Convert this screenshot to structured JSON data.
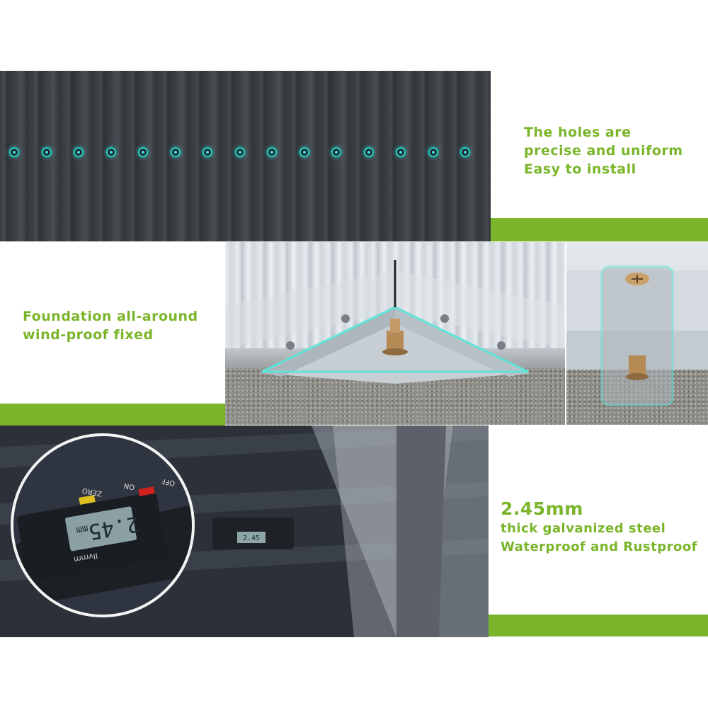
{
  "captions": {
    "holes": {
      "line1": "The holes are",
      "line2": "precise and uniform",
      "line3": "Easy to install"
    },
    "foundation": {
      "line1": "Foundation all-around",
      "line2": "wind-proof fixed"
    },
    "steel": {
      "headline": "2.45mm",
      "line1": "thick galvanized steel",
      "line2": "Waterproof and Rustproof"
    }
  },
  "caliper": {
    "brand": "Ilvmm",
    "buttons": {
      "zero": "ZERO",
      "on": "ON",
      "off": "OFF"
    },
    "display_value": "2.45",
    "display_unit": "mm",
    "small_display_value": "2.45"
  },
  "colors": {
    "accent_green": "#7ab52a",
    "hole_glow": "#29c6c0"
  }
}
